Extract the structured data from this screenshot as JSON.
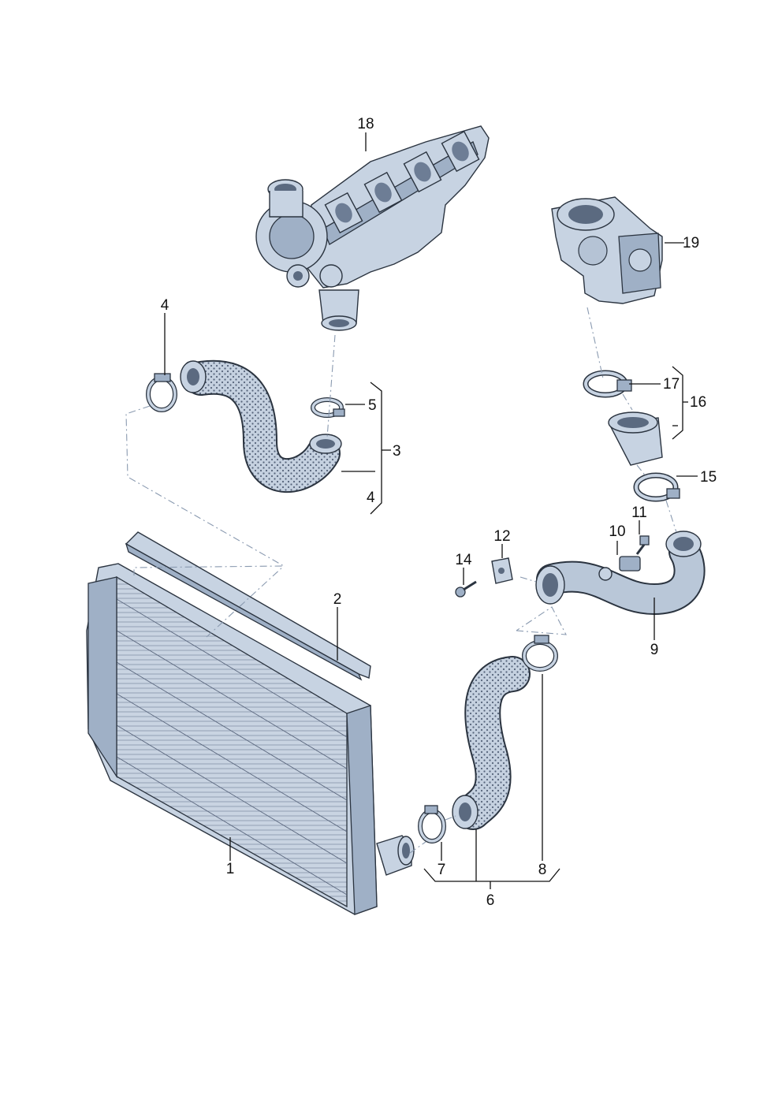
{
  "diagram": {
    "parts": [
      {
        "id": "turbocharger-manifold",
        "number": "18"
      },
      {
        "id": "throttle-valve-housing",
        "number": "19"
      },
      {
        "id": "charge-air-cooler",
        "number": "1"
      },
      {
        "id": "seal-strip",
        "number": "2"
      },
      {
        "id": "upper-pressure-hose-set",
        "number": "3"
      },
      {
        "id": "clamp-left",
        "number": "4"
      },
      {
        "id": "upper-hose",
        "number": "4"
      },
      {
        "id": "clamp-right",
        "number": "5"
      },
      {
        "id": "lower-pressure-hose-set",
        "number": "6"
      },
      {
        "id": "clamp-lower",
        "number": "7"
      },
      {
        "id": "clamp-lower-right",
        "number": "8"
      },
      {
        "id": "pressure-pipe",
        "number": "9"
      },
      {
        "id": "sensor",
        "number": "10"
      },
      {
        "id": "sensor-screw",
        "number": "11"
      },
      {
        "id": "bracket",
        "number": "12"
      },
      {
        "id": "bracket-screw",
        "number": "14"
      },
      {
        "id": "clamp-pipe",
        "number": "15"
      },
      {
        "id": "connection-hose-set",
        "number": "16"
      },
      {
        "id": "clamp-throttle",
        "number": "17"
      }
    ]
  }
}
